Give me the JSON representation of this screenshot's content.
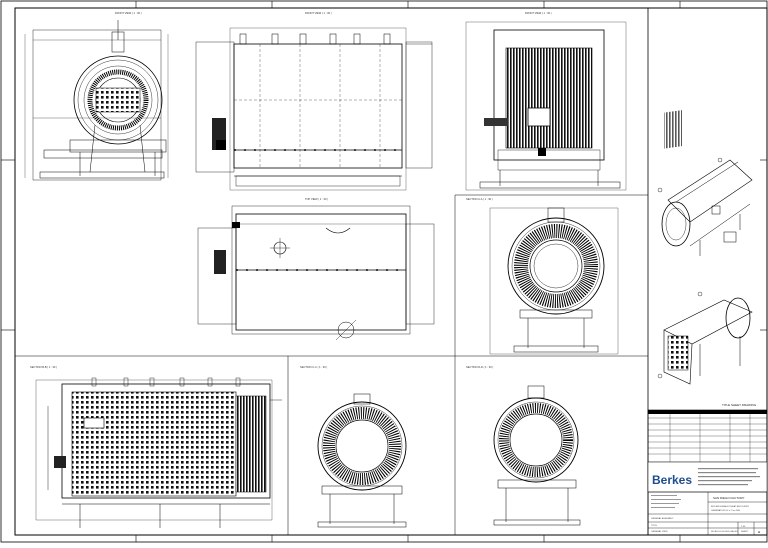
{
  "sheet": {
    "views": {
      "front_view_1": "FRONT VIEW ( 1 : 30 )",
      "front_view_2": "FRONT VIEW ( 1 : 30 )",
      "front_view_3": "FRONT VIEW ( 1 : 30 )",
      "top_view": "TOP VIEW ( 1 : 30 )",
      "section_aa": "SECTION A-A ( 1 : 30 )",
      "section_bb": "SECTION B-B ( 1 : 30 )",
      "section_cc": "SECTION C-C ( 1 : 30 )",
      "section_dd": "SECTION D-D ( 1 : 30 )"
    },
    "iso_caption": "TITLE SHEET DRAWING",
    "title_block": {
      "logo": "Berkes",
      "company": "SAN DIEGO FACTORY",
      "project_line1": "BOILER EXHAUST HEAT RECOVERY",
      "project_line2": "GENERATOR 4.4 x 2.1m DIA",
      "drawing_title": "GENERAL VIEW",
      "doc_no": "SD-BK-01-00-0001-GA-001",
      "rev": "A",
      "sheet_type": "GENERAL ASSEMBLY",
      "status": "TITLE",
      "scale": "1:30",
      "sheet_label": "SHEET"
    }
  }
}
